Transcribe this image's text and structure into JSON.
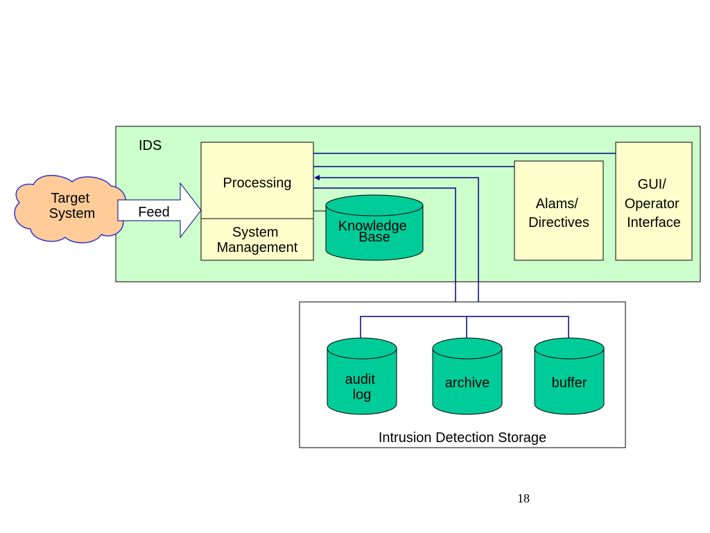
{
  "diagram": {
    "ids_label": "IDS",
    "target_system": [
      "Target",
      "System"
    ],
    "feed_label": "Feed",
    "processing_label": "Processing",
    "system_management": [
      "System",
      "Management"
    ],
    "knowledge_base": [
      "Knowledge",
      "Base"
    ],
    "alarms": [
      "Alams/",
      "Directives"
    ],
    "gui": [
      "GUI/",
      "Operator",
      "Interface"
    ],
    "storage_label": "Intrusion Detection Storage",
    "audit_log": [
      "audit",
      "log"
    ],
    "archive": "archive",
    "buffer": "buffer"
  },
  "page_number": "18",
  "colors": {
    "ids_fill": "#ccffcc",
    "box_fill": "#ffffcc",
    "cylinder_fill": "#00cc99",
    "cloud_fill": "#ffcc99",
    "cloud_stroke": "#3333cc",
    "arrow_stroke": "#000080"
  }
}
